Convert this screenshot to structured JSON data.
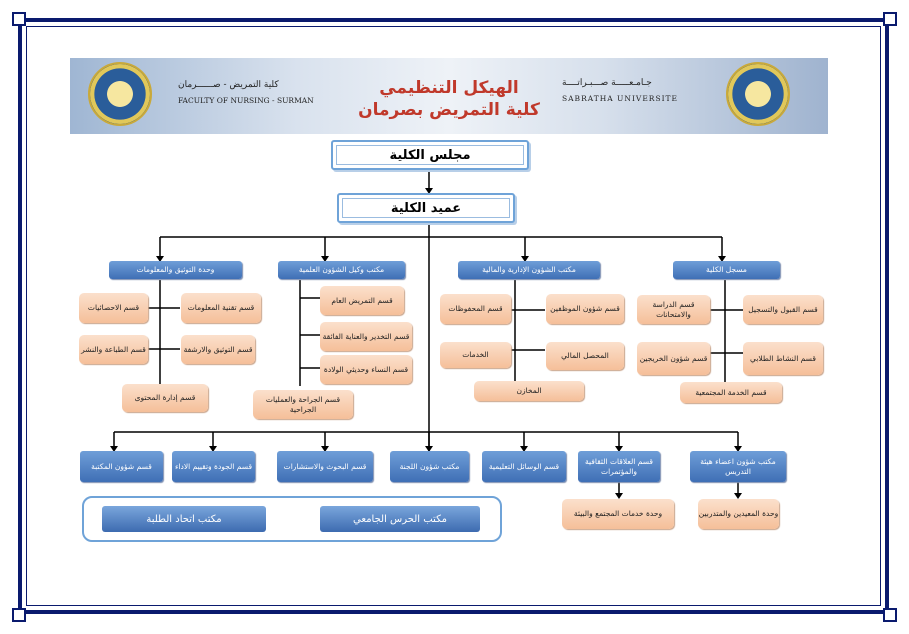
{
  "banner": {
    "left_text_ar": "كلية التمريض - صــــــرمان",
    "left_text_en": "FACULTY OF NURSING - SURMAN",
    "right_text_ar": "جـامـعـــــة صـــبـراتــــة",
    "right_text_en": "SABRATHA UNIVERSITE",
    "title_line1": "الهيكل التنظيمي",
    "title_line2": "كلية التمريض بصرمان"
  },
  "top": {
    "council": "مجلس الكلية",
    "dean": "عميد الكلية"
  },
  "branches": {
    "registrar": {
      "label": "مسجل الكلية",
      "items": [
        "قسم القبول والتسجيل",
        "قسم الدراسة والامتحانات",
        "قسم النشاط الطلابي",
        "قسم شؤون الخريجين",
        "قسم الخدمة المجتمعية"
      ]
    },
    "admin": {
      "label": "مكتب الشؤون الإدارية والمالية",
      "items": [
        "قسم شؤون الموظفين",
        "قسم المحفوظات",
        "المحصل المالي",
        "الخدمات",
        "المخازن"
      ]
    },
    "scientific": {
      "label": "مكتب وكيل الشؤون العلمية",
      "items": [
        "قسم التمريض العام",
        "قسم التخدير والعناية الفائقة",
        "قسم النساء وحديثي الولادة",
        "قسم الجراحة والعمليات الجراحية"
      ]
    },
    "documentation": {
      "label": "وحدة التوثيق والمعلومات",
      "items": [
        "قسم تقنية المعلومات",
        "قسم الاحصائيات",
        "قسم التوثيق والارشفة",
        "قسم الطباعة والنشر",
        "قسم إدارة المحتوى"
      ]
    }
  },
  "bottom": {
    "offices": [
      "مكتب شؤون اعضاء هيئة التدريس",
      "قسم العلاقات الثقافية والمؤتمرات",
      "قسم الوسائل التعليمية",
      "مكتب شؤون اللجنة",
      "قسم البحوث والاستشارات",
      "قسم الجودة وتقييم الاداء",
      "قسم شؤون المكتبة"
    ],
    "sub_faculty": "وحدة المعيدين والمتدربين",
    "sub_cultural": "وحدة خدمات المجتمع والبيئة"
  },
  "union": {
    "guard": "مكتب الحرس الجامعي",
    "students": "مكتب اتحاد الطلبة"
  },
  "colors": {
    "frame": "#0a1a6e",
    "blue_box": "#4a7cc0",
    "peach_box": "#f7c8a6",
    "title": "#c0392b"
  }
}
